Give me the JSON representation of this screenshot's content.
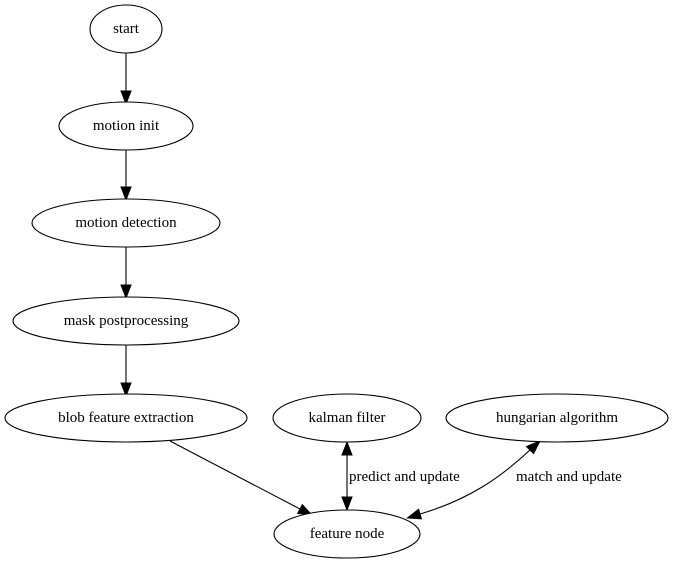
{
  "nodes": {
    "start": "start",
    "motion_init": "motion init",
    "motion_detection": "motion detection",
    "mask_postprocessing": "mask postprocessing",
    "blob_feature_extraction": "blob feature extraction",
    "kalman_filter": "kalman filter",
    "hungarian_algorithm": "hungarian algorithm",
    "feature_node": "feature node"
  },
  "edges": [
    {
      "from": "start",
      "to": "motion_init",
      "label": ""
    },
    {
      "from": "motion_init",
      "to": "motion_detection",
      "label": ""
    },
    {
      "from": "motion_detection",
      "to": "mask_postprocessing",
      "label": ""
    },
    {
      "from": "mask_postprocessing",
      "to": "blob_feature_extraction",
      "label": ""
    },
    {
      "from": "blob_feature_extraction",
      "to": "feature_node",
      "label": ""
    },
    {
      "from": "kalman_filter",
      "to": "feature_node",
      "label": "predict and update",
      "bidirectional": true
    },
    {
      "from": "hungarian_algorithm",
      "to": "feature_node",
      "label": "match and update",
      "bidirectional": true
    }
  ],
  "edge_labels": {
    "kalman": "predict and update",
    "hungarian": "match and update"
  },
  "colors": {
    "stroke": "#000000",
    "fill": "#ffffff",
    "text": "#000000"
  }
}
